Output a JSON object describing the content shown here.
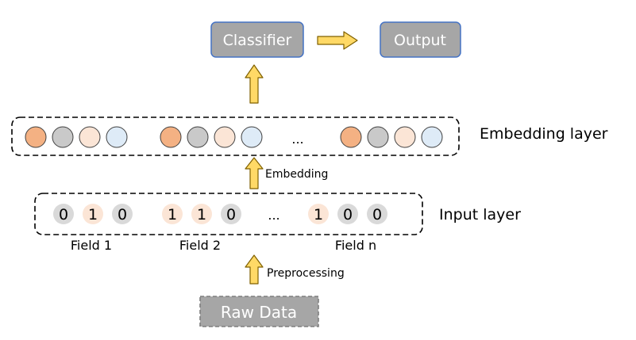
{
  "nodes": {
    "classifier": "Classifier",
    "output": "Output",
    "raw_data": "Raw Data"
  },
  "layers": {
    "embedding": "Embedding layer",
    "input": "Input layer"
  },
  "edges": {
    "embedding": "Embedding",
    "preprocessing": "Preprocessing"
  },
  "ellipsis": "...",
  "embedding_groups": [
    [
      "orange",
      "gray",
      "peach",
      "blue"
    ],
    [
      "orange",
      "gray",
      "peach",
      "blue"
    ],
    [
      "orange",
      "gray",
      "peach",
      "blue"
    ]
  ],
  "fields": [
    {
      "label": "Field 1",
      "bits": [
        "0",
        "1",
        "0"
      ]
    },
    {
      "label": "Field 2",
      "bits": [
        "1",
        "1",
        "0"
      ]
    },
    {
      "label": "Field n",
      "bits": [
        "1",
        "0",
        "0"
      ]
    }
  ],
  "colors": {
    "box_fill": "#a6a6a6",
    "box_border": "#4472c4",
    "box_text": "#ffffff",
    "arrow_fill": "#ffd966",
    "arrow_stroke": "#7f6000",
    "orange": "#f4b183",
    "gray": "#c9c9c9",
    "peach": "#fbe5d6",
    "blue": "#deebf7",
    "bit_one": "#fbe5d6",
    "bit_zero": "#d9d9d9",
    "raw_data_border": "#7f7f7f"
  }
}
